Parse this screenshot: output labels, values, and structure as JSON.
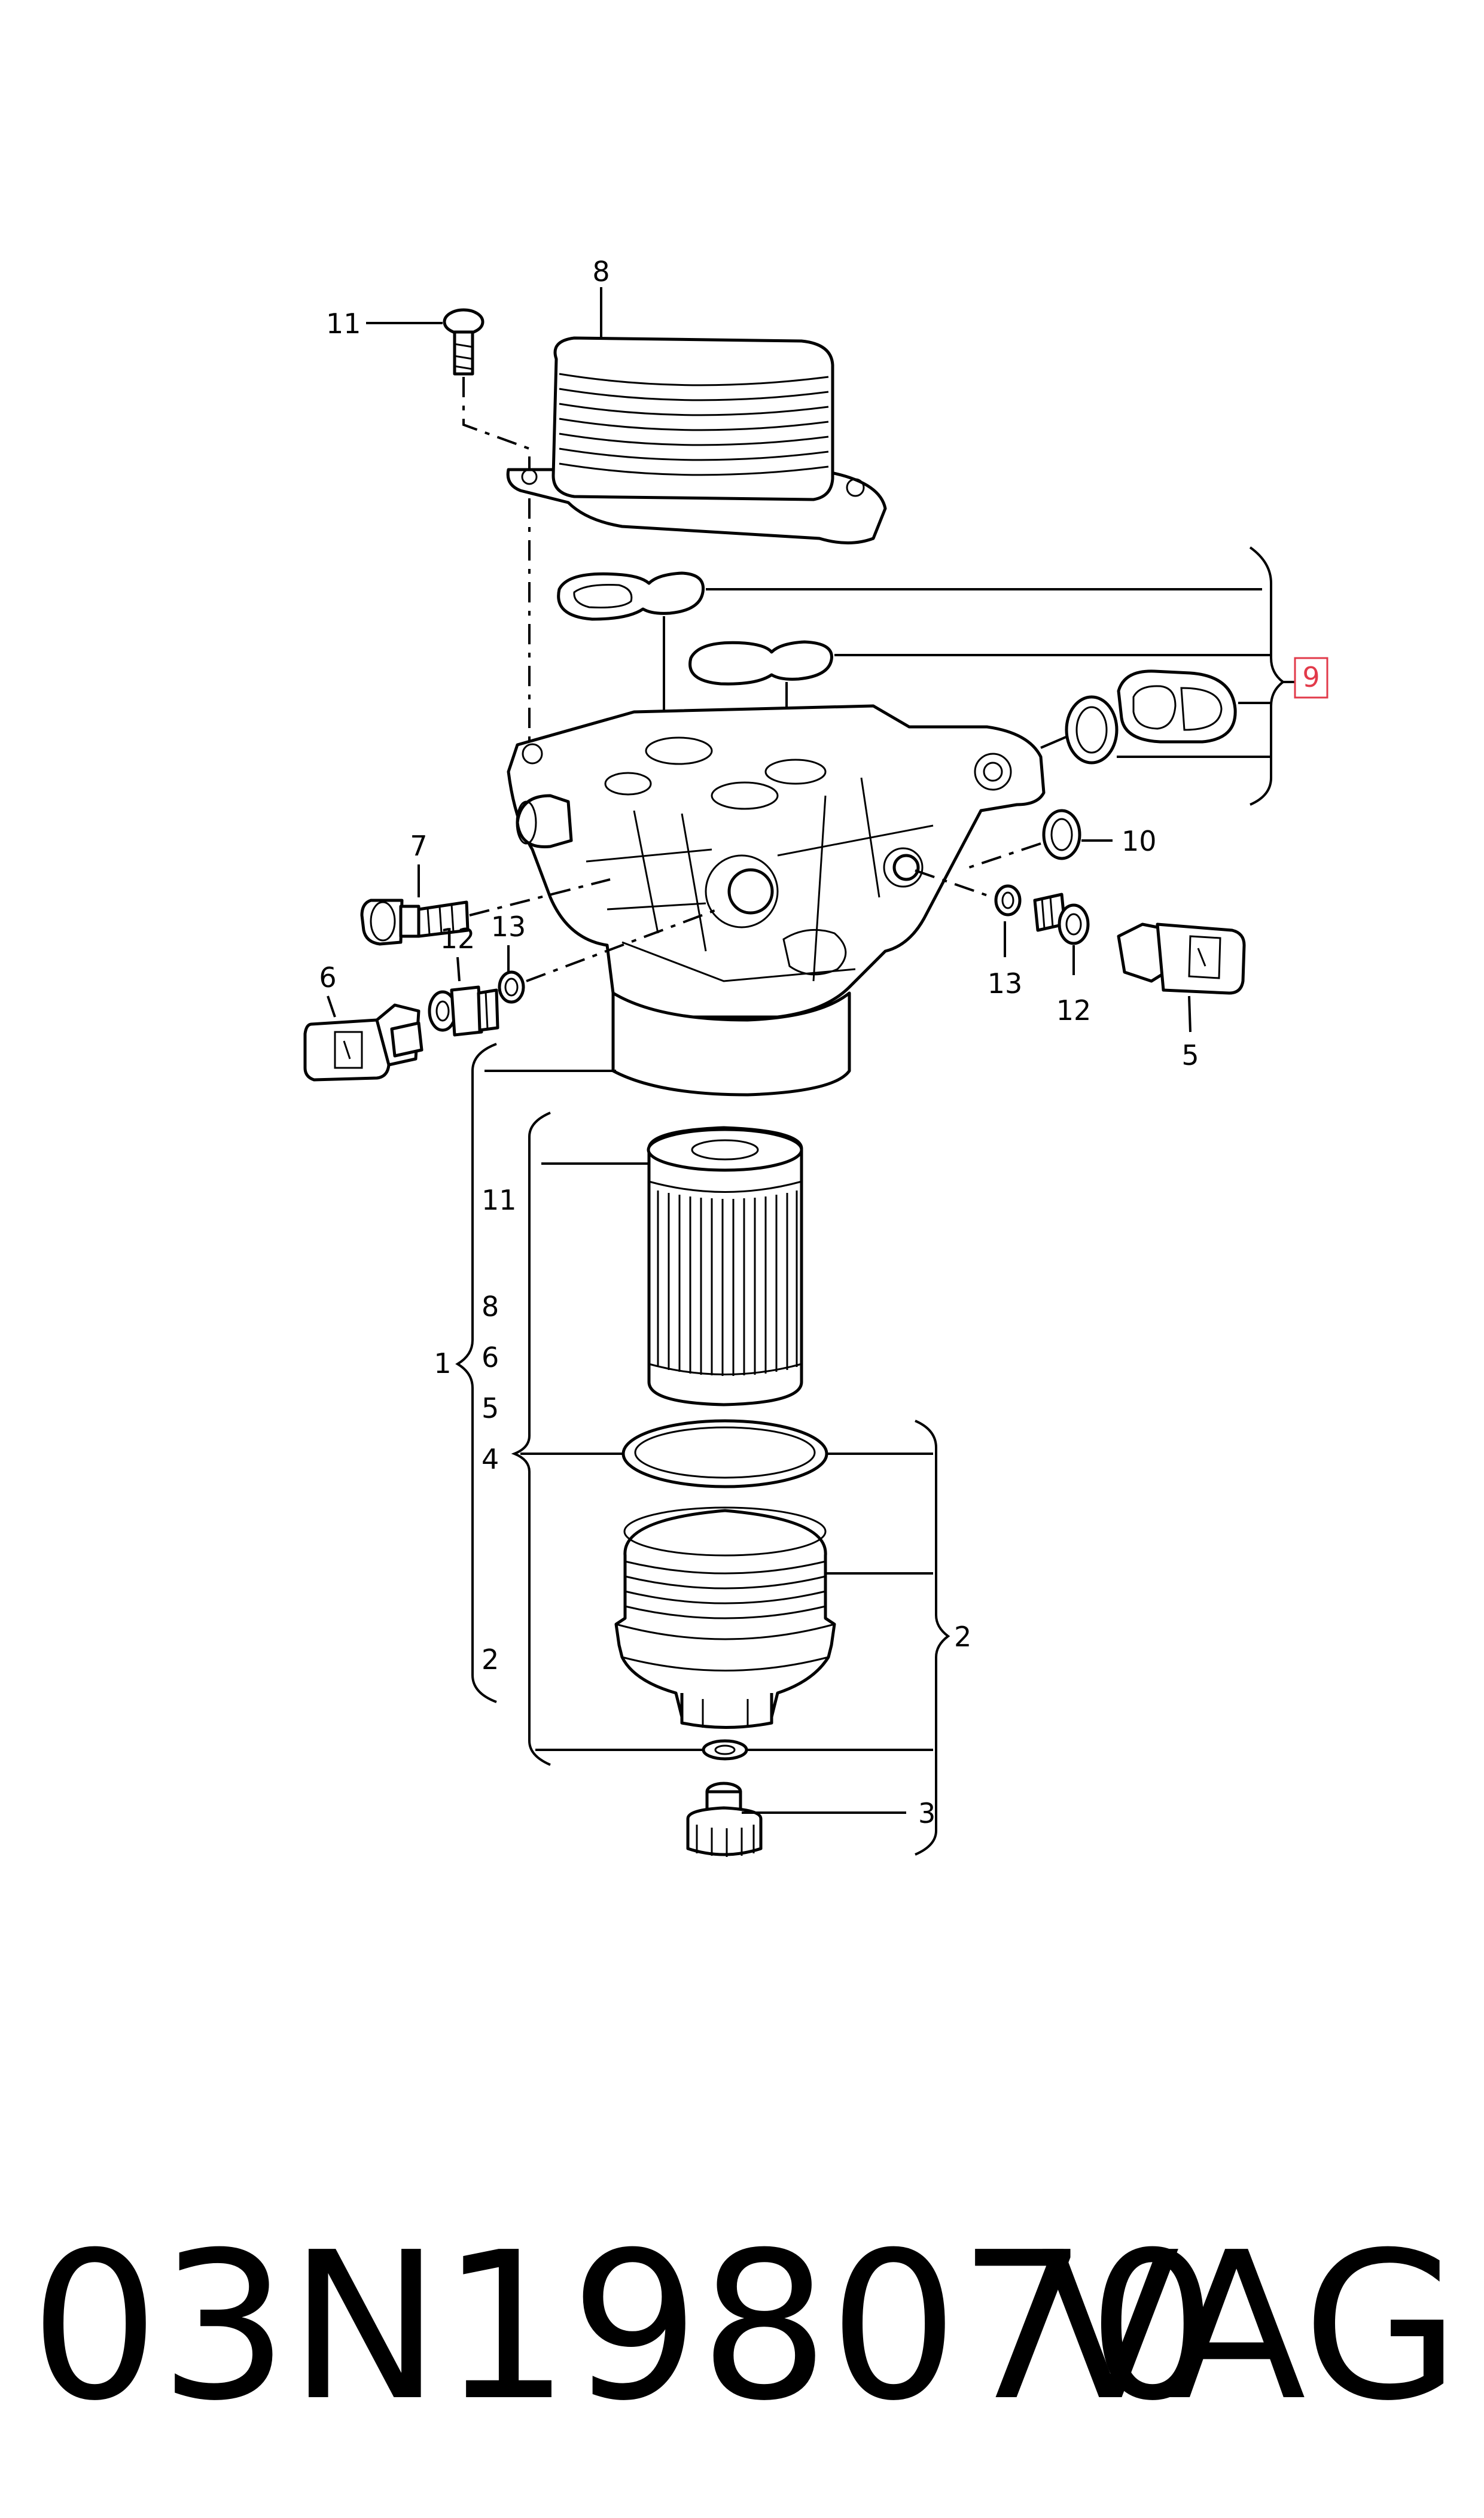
{
  "callouts": {
    "c11_top": "11",
    "c8_top": "8",
    "c9": "9",
    "c10": "10",
    "c7": "7",
    "c12_left": "12",
    "c13_left": "13",
    "c6": "6",
    "c13_right": "13",
    "c12_right": "12",
    "c5": "5",
    "c1": "1",
    "c11_sub": "11",
    "c8_sub": "8",
    "c6_sub": "6",
    "c5_sub": "5",
    "c4_sub": "4",
    "c2_sub": "2",
    "c2": "2",
    "c3": "3"
  },
  "colors": {
    "highlight": "#e23a4a",
    "ink": "#000000"
  },
  "caption": {
    "part_number": "03N198070",
    "brand": "VAG"
  }
}
